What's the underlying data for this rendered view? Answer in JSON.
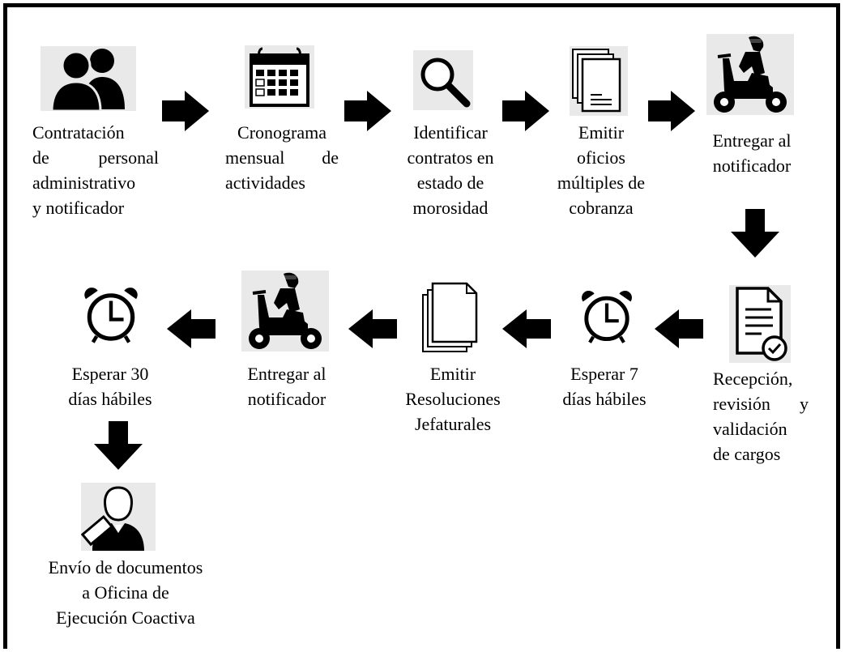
{
  "steps": [
    {
      "id": "s1",
      "icon": "people-icon",
      "lines": [
        "Contratación",
        "de personal",
        "administrativo",
        "y notificador"
      ]
    },
    {
      "id": "s2",
      "icon": "calendar-icon",
      "lines": [
        "Cronograma",
        "mensual de",
        "actividades"
      ]
    },
    {
      "id": "s3",
      "icon": "magnifier-icon",
      "lines": [
        "Identificar",
        "contratos en",
        "estado de",
        "morosidad"
      ]
    },
    {
      "id": "s4",
      "icon": "documents-icon",
      "lines": [
        "Emitir",
        "oficios",
        "múltiples de",
        "cobranza"
      ]
    },
    {
      "id": "s5",
      "icon": "motorcycle-courier-icon",
      "lines": [
        "Entregar al",
        "notificador"
      ]
    },
    {
      "id": "s6",
      "icon": "document-check-icon",
      "lines": [
        "Recepción,",
        "revisión y",
        "validación",
        "de cargos"
      ]
    },
    {
      "id": "s7",
      "icon": "alarm-clock-icon",
      "lines": [
        "Esperar 7",
        "días hábiles"
      ]
    },
    {
      "id": "s8",
      "icon": "paper-stack-icon",
      "lines": [
        "Emitir",
        "Resoluciones",
        "Jefaturales"
      ]
    },
    {
      "id": "s9",
      "icon": "motorcycle-courier-icon",
      "lines": [
        "Entregar al",
        "notificador"
      ]
    },
    {
      "id": "s10",
      "icon": "alarm-clock-icon",
      "lines": [
        "Esperar 30",
        "días hábiles"
      ]
    },
    {
      "id": "s11",
      "icon": "judge-gavel-icon",
      "lines": [
        "Envío de documentos",
        "a Oficina de",
        "Ejecución Coactiva"
      ]
    }
  ],
  "arrows": [
    "right",
    "right",
    "right",
    "right",
    "down",
    "left",
    "left",
    "left",
    "left",
    "down"
  ],
  "colors": {
    "border": "#000000",
    "arrow": "#000000",
    "text": "#000000",
    "stock_background": "#e9e9e9"
  }
}
